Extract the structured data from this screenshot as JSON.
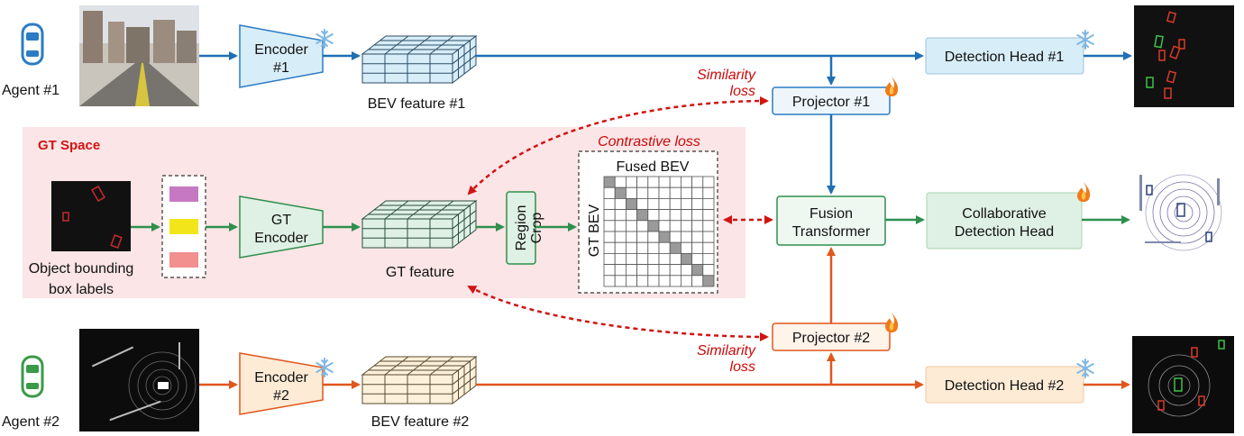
{
  "agent1": {
    "label": "Agent #1",
    "encoder": [
      "Encoder",
      "#1"
    ],
    "bev": "BEV feature #1",
    "projector": "Projector #1",
    "head": "Detection Head #1"
  },
  "agent2": {
    "label": "Agent #2",
    "encoder": [
      "Encoder",
      "#2"
    ],
    "bev": "BEV feature #2",
    "projector": "Projector #2",
    "head": "Detection Head #2"
  },
  "gt_space": {
    "title": "GT Space",
    "bbox_label": [
      "Object bounding",
      "box labels"
    ],
    "encoder": [
      "GT",
      "Encoder"
    ],
    "feature": "GT feature",
    "region_crop": [
      "Region",
      "Crop"
    ]
  },
  "fused": {
    "title": "Fused BEV",
    "axis": "GT BEV"
  },
  "losses": {
    "similarity": [
      "Similarity",
      "loss"
    ],
    "contrastive": "Contrastive loss"
  },
  "fusion": [
    "Fusion",
    "Transformer"
  ],
  "collab": [
    "Collaborative",
    "Detection Head"
  ],
  "colors": {
    "blue": "#1f6fb4",
    "orange": "#e0561d",
    "green": "#2f8f4e",
    "red": "#d31313",
    "gt_bg": "#fbe5e6",
    "enc1": "#d7edf8",
    "enc2": "#fdebd6",
    "gtenc": "#dff0e4",
    "snow": "#7fb7e3",
    "fire": "#f07a1a"
  },
  "icons": [
    "car-icon-blue",
    "car-icon-green",
    "snowflake-icon",
    "flame-icon",
    "camera-image",
    "lidar-image",
    "detection-output-image"
  ]
}
